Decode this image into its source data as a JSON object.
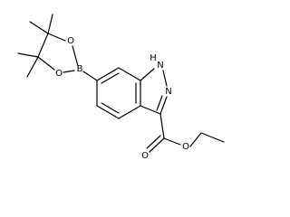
{
  "molecule": {
    "atoms": {
      "boron": "B",
      "ring_oxygen_top": "O",
      "ring_oxygen_bottom": "O",
      "nh_label": "NH",
      "n_label": "N",
      "h_label": "H",
      "carbonyl_oxygen": "O",
      "ester_oxygen": "O"
    },
    "methyl_groups": [
      "CH3",
      "CH3",
      "CH3",
      "CH3"
    ],
    "colors": {
      "bond": "#000000",
      "label": "#000000",
      "background": "#ffffff"
    }
  }
}
